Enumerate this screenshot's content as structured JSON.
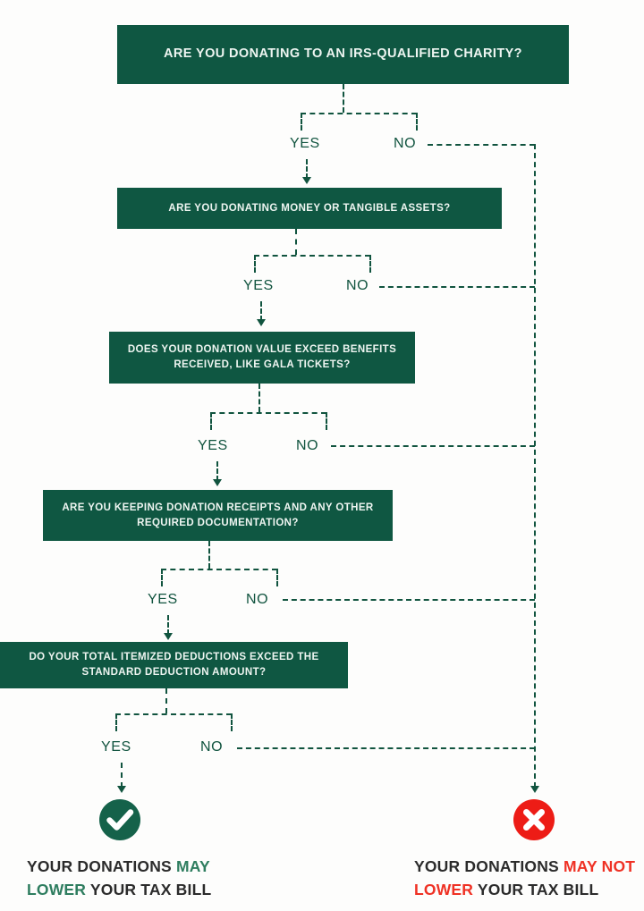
{
  "title": "Charitable Donation Tax Deduction Decision Flowchart",
  "theme": {
    "box_green": "#0f5742",
    "line_green": "#11543f",
    "label_green": "#11543f",
    "good_accent": "#2e7d5f",
    "bad_accent": "#ef3124",
    "background": "#fdfdfc",
    "box_text": "#eef5f1"
  },
  "questions": [
    {
      "id": "q1",
      "text": "ARE YOU DONATING TO AN IRS-QUALIFIED CHARITY?",
      "line1": "ARE YOU DONATING TO AN IRS-QUALIFIED CHARITY?",
      "line2": ""
    },
    {
      "id": "q2",
      "text": "ARE YOU DONATING MONEY OR TANGIBLE ASSETS?",
      "line1": "ARE YOU DONATING MONEY OR TANGIBLE ASSETS?",
      "line2": ""
    },
    {
      "id": "q3",
      "text": "DOES YOUR DONATION VALUE EXCEED BENEFITS RECEIVED, LIKE GALA TICKETS?",
      "line1": "DOES YOUR DONATION VALUE EXCEED BENEFITS",
      "line2": "RECEIVED, LIKE GALA TICKETS?"
    },
    {
      "id": "q4",
      "text": "ARE YOU KEEPING DONATION RECEIPTS AND ANY OTHER REQUIRED DOCUMENTATION?",
      "line1": "ARE YOU KEEPING DONATION RECEIPTS AND ANY OTHER",
      "line2": "REQUIRED DOCUMENTATION?"
    },
    {
      "id": "q5",
      "text": "DO YOUR TOTAL ITEMIZED DEDUCTIONS EXCEED THE STANDARD DEDUCTION AMOUNT?",
      "line1": "DO YOUR TOTAL ITEMIZED DEDUCTIONS EXCEED THE",
      "line2": "STANDARD DEDUCTION AMOUNT?"
    }
  ],
  "branches": [
    {
      "id": "b1",
      "yes": "YES",
      "no": "NO"
    },
    {
      "id": "b2",
      "yes": "YES",
      "no": "NO"
    },
    {
      "id": "b3",
      "yes": "YES",
      "no": "NO"
    },
    {
      "id": "b4",
      "yes": "YES",
      "no": "NO"
    },
    {
      "id": "b5",
      "yes": "YES",
      "no": "NO"
    }
  ],
  "outcomes": {
    "positive": {
      "icon": "check-circle-icon",
      "line1_prefix": "YOUR DONATIONS ",
      "line1_highlight": "MAY",
      "line2_highlight": "LOWER",
      "line2_suffix": " YOUR TAX BILL",
      "full_text": "YOUR DONATIONS MAY LOWER YOUR TAX BILL"
    },
    "negative": {
      "icon": "x-circle-icon",
      "line1_prefix": "YOUR DONATIONS ",
      "line1_highlight": "MAY NOT",
      "line2_highlight": "LOWER",
      "line2_suffix": " YOUR TAX BILL",
      "full_text": "YOUR DONATIONS MAY NOT LOWER YOUR TAX BILL"
    }
  }
}
